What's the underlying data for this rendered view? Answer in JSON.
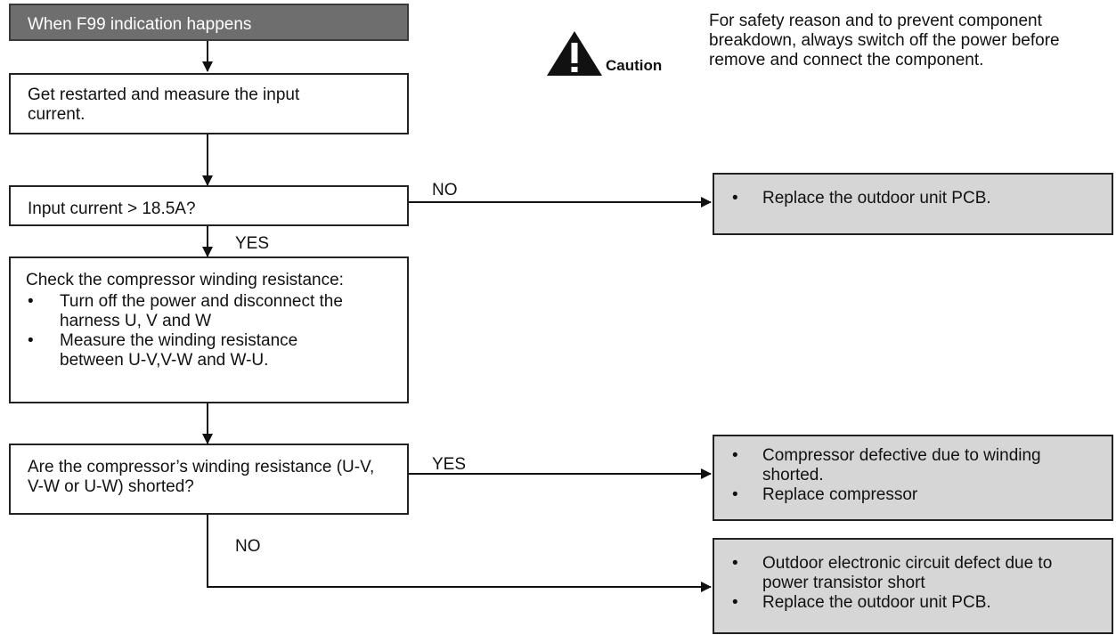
{
  "start": "When F99 indication happens",
  "step1": "Get restarted and measure the input current.",
  "decision1": "Input current > 18.5A?",
  "no1": "NO",
  "yes1": "YES",
  "step2": {
    "title": "Check the compressor winding resistance:",
    "bullets": [
      "Turn off the power and disconnect the harness U, V and W",
      "Measure the winding resistance between U-V,V-W and W-U."
    ]
  },
  "decision2": "Are the compressor’s winding resistance (U-V, V-W or U-W) shorted?",
  "yes2": "YES",
  "no2": "NO",
  "result1": [
    "Replace the outdoor unit PCB."
  ],
  "result2": [
    "Compressor defective due to winding shorted.",
    "Replace compressor"
  ],
  "result3": [
    "Outdoor electronic circuit defect due to power transistor short",
    "Replace the outdoor unit PCB."
  ],
  "caution": {
    "label": "Caution",
    "text": "For safety reason and to prevent component breakdown, always switch off the power before remove and connect the component."
  },
  "bullet_char": "•"
}
